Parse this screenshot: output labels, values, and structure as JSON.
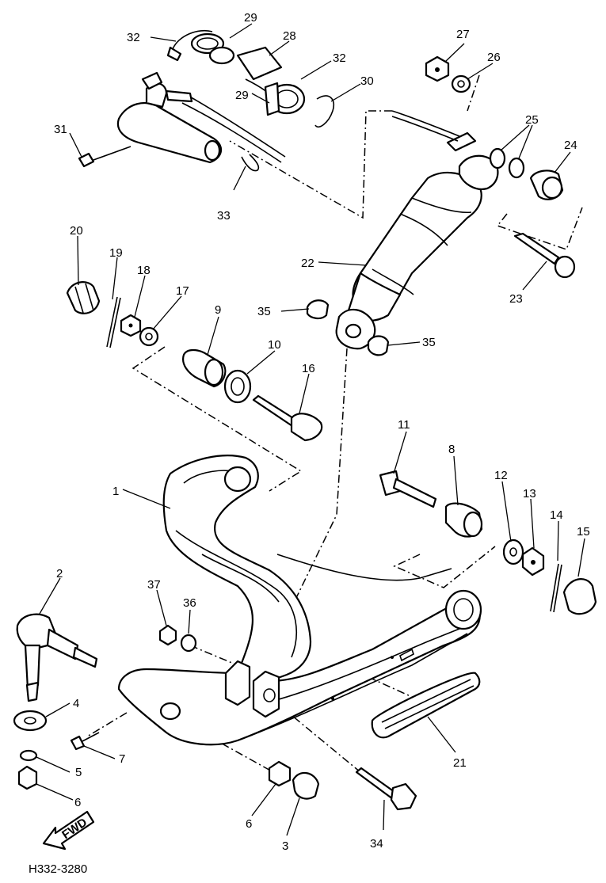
{
  "drawing_code": "H332-3280",
  "fwd_label": "FWD",
  "callouts": [
    {
      "id": "c1",
      "text": "1"
    },
    {
      "id": "c2",
      "text": "2"
    },
    {
      "id": "c3",
      "text": "3"
    },
    {
      "id": "c4",
      "text": "4"
    },
    {
      "id": "c5",
      "text": "5"
    },
    {
      "id": "c6a",
      "text": "6"
    },
    {
      "id": "c6b",
      "text": "6"
    },
    {
      "id": "c7",
      "text": "7"
    },
    {
      "id": "c8",
      "text": "8"
    },
    {
      "id": "c9",
      "text": "9"
    },
    {
      "id": "c10",
      "text": "10"
    },
    {
      "id": "c11",
      "text": "11"
    },
    {
      "id": "c12",
      "text": "12"
    },
    {
      "id": "c13",
      "text": "13"
    },
    {
      "id": "c14",
      "text": "14"
    },
    {
      "id": "c15",
      "text": "15"
    },
    {
      "id": "c16",
      "text": "16"
    },
    {
      "id": "c17",
      "text": "17"
    },
    {
      "id": "c18",
      "text": "18"
    },
    {
      "id": "c19",
      "text": "19"
    },
    {
      "id": "c20",
      "text": "20"
    },
    {
      "id": "c21",
      "text": "21"
    },
    {
      "id": "c22",
      "text": "22"
    },
    {
      "id": "c23",
      "text": "23"
    },
    {
      "id": "c24",
      "text": "24"
    },
    {
      "id": "c25",
      "text": "25"
    },
    {
      "id": "c26",
      "text": "26"
    },
    {
      "id": "c27",
      "text": "27"
    },
    {
      "id": "c28",
      "text": "28"
    },
    {
      "id": "c29a",
      "text": "29"
    },
    {
      "id": "c29b",
      "text": "29"
    },
    {
      "id": "c30",
      "text": "30"
    },
    {
      "id": "c31",
      "text": "31"
    },
    {
      "id": "c32a",
      "text": "32"
    },
    {
      "id": "c32b",
      "text": "32"
    },
    {
      "id": "c33",
      "text": "33"
    },
    {
      "id": "c34",
      "text": "34"
    },
    {
      "id": "c35a",
      "text": "35"
    },
    {
      "id": "c35b",
      "text": "35"
    },
    {
      "id": "c36",
      "text": "36"
    },
    {
      "id": "c37",
      "text": "37"
    }
  ]
}
